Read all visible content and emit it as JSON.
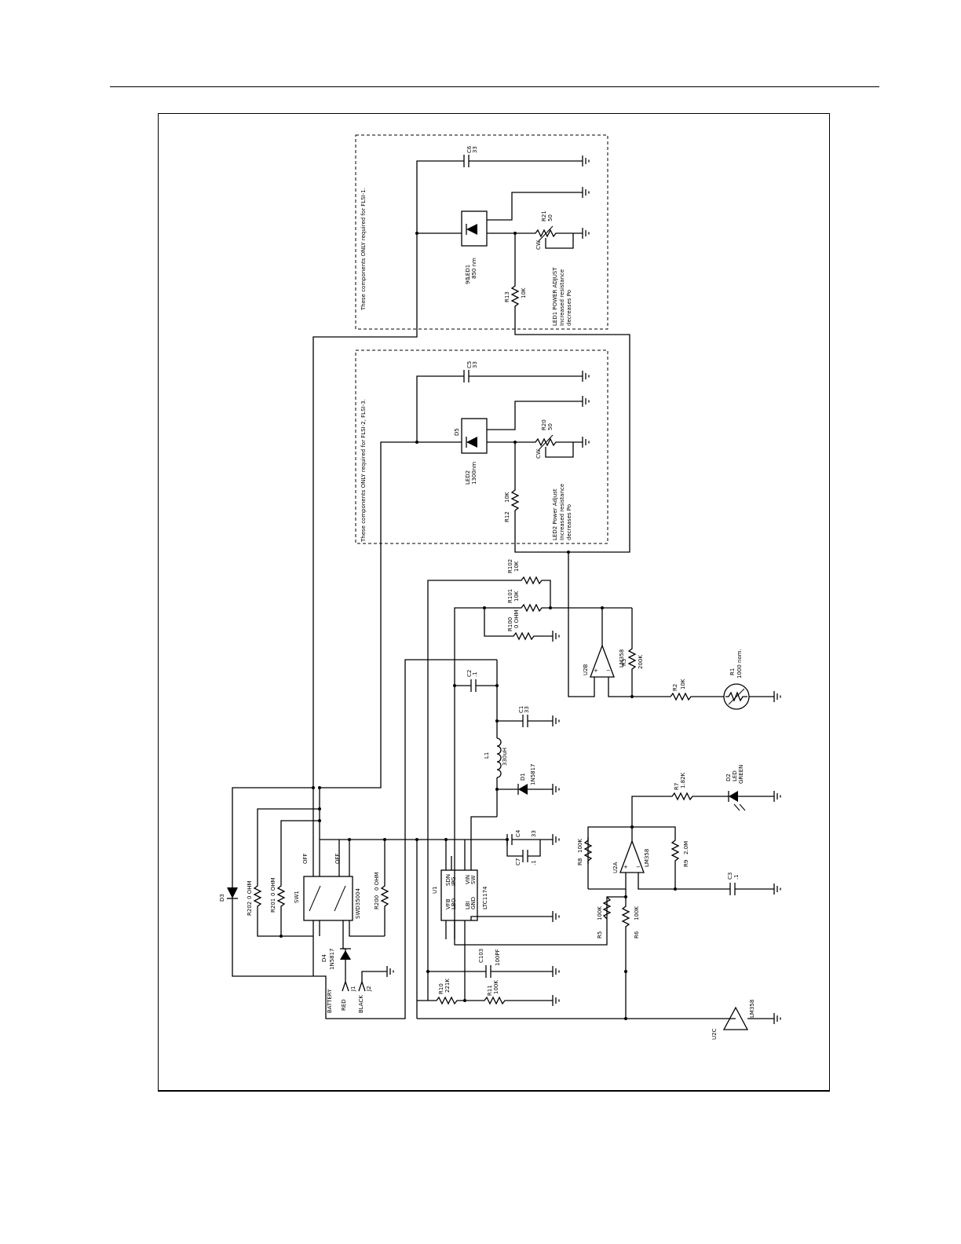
{
  "notes": {
    "box_led1": "These components ONLY required for FLSI-1.",
    "box_led2": "These components ONLY required for FLSI-2, FLSI-3.",
    "led1_adjust": [
      "LED1 POWER ADJUST",
      "Increased resistance",
      "decreases Po"
    ],
    "led2_adjust": [
      "LED2 Power Adjust",
      "Increased resistance",
      "decreases Po"
    ]
  },
  "components": {
    "c6": {
      "ref": "C6",
      "value": "33"
    },
    "c5": {
      "ref": "C5",
      "value": "33"
    },
    "led1": {
      "ref": "LED1",
      "part": "850 nm",
      "alt": "90"
    },
    "led2": {
      "ref": "LED2",
      "part": "1300nm",
      "alt": "D5"
    },
    "r21": {
      "ref": "R21",
      "value": "50"
    },
    "r20": {
      "ref": "R20",
      "value": "50"
    },
    "r13": {
      "ref": "R13",
      "value": "10K"
    },
    "r12": {
      "ref": "R12",
      "value": "10K"
    },
    "r102": {
      "ref": "R102",
      "value": "10K"
    },
    "r101": {
      "ref": "R101",
      "value": "10K"
    },
    "r100": {
      "ref": "R100",
      "value": "0 OHM"
    },
    "u2b": {
      "ref": "U2B",
      "part": "LM358"
    },
    "r3": {
      "ref": "R3",
      "value": "200K"
    },
    "r2": {
      "ref": "R2",
      "value": "10K"
    },
    "r1": {
      "ref": "R1",
      "value": "1000 nom."
    },
    "c2": {
      "ref": "C2",
      "value": ".1"
    },
    "c1": {
      "ref": "C1",
      "value": "33"
    },
    "l1": {
      "ref": "L1",
      "value": "330uH"
    },
    "d1": {
      "ref": "D1",
      "part": "1N5817"
    },
    "r7": {
      "ref": "R7",
      "value": "1.82K"
    },
    "d2": {
      "ref": "D2",
      "part": "LED",
      "color": "GREEN"
    },
    "c4": {
      "ref": "C4",
      "value": "33"
    },
    "c7": {
      "ref": "C7",
      "value": ".1"
    },
    "u1": {
      "ref": "U1",
      "part": "LTC1174",
      "pins": [
        "SDN",
        "IPG",
        "VFB",
        "LBO",
        "VIN",
        "SW",
        "LBI",
        "GND"
      ]
    },
    "r8": {
      "ref": "R8",
      "value": "100K"
    },
    "u2a": {
      "ref": "U2A",
      "part": "LM358"
    },
    "r9": {
      "ref": "R9",
      "value": "2.0M"
    },
    "c3": {
      "ref": "C3",
      "value": ".1"
    },
    "r5": {
      "ref": "R5",
      "value": "100K"
    },
    "r6": {
      "ref": "R6",
      "value": "100K"
    },
    "c103": {
      "ref": "C103",
      "value": "100PF"
    },
    "r10": {
      "ref": "R10",
      "value": "221K"
    },
    "r11": {
      "ref": "R11",
      "value": "100K"
    },
    "u2c": {
      "ref": "U2C",
      "part": "LM358"
    },
    "d3": {
      "ref": "D3"
    },
    "r202": {
      "ref": "R202",
      "value": "0 OHM"
    },
    "r201": {
      "ref": "R201",
      "value": "0 OHM"
    },
    "sw1": {
      "ref": "SW1",
      "part": "SWD35004",
      "pos_a": "OFF",
      "pos_b": "OFF"
    },
    "r200": {
      "ref": "R200",
      "value": "0 OHM"
    },
    "d4": {
      "ref": "D4",
      "part": "1N5817"
    },
    "j1": {
      "ref": "J1",
      "label": "RED"
    },
    "j2": {
      "ref": "J2",
      "label": "BLACK"
    },
    "battery": "BATTERY",
    "cw": "CW"
  }
}
